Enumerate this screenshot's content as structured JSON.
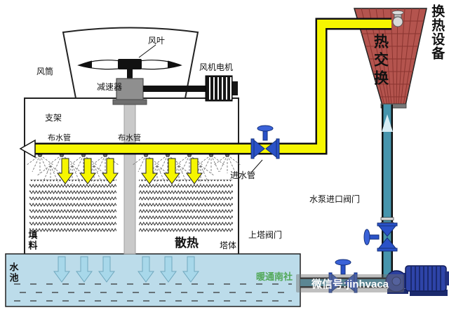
{
  "labels": {
    "fan_blade": "风叶",
    "air_duct": "风筒",
    "fan_motor": "风机电机",
    "reducer": "减速器",
    "support": "支架",
    "dist_pipe_left": "布水管",
    "dist_pipe_right": "布水管",
    "inlet_pipe": "进水管",
    "fill_pack": "填料",
    "heat_dissipation": "散热",
    "tower_body": "塔体",
    "tower_valve": "上塔阀门",
    "pump_inlet_valve": "水泵进口阀门",
    "water_pool": "水池",
    "heat_exchange": "热交换",
    "heat_exchange_equipment": "换热设备"
  },
  "watermarks": {
    "brand": "暖通南社",
    "wechat": "微信号:jinhvaca"
  },
  "colors": {
    "hot_pipe_yellow": "#f6f600",
    "cold_pipe_teal": "#4795ad",
    "exchanger_red": "#b4544e",
    "pool_blue": "#bcdcea",
    "valve_blue": "#2a52c8",
    "pump_blue": "#2b3f9e",
    "shaft_gray": "#c9c9c9",
    "watermark_green": "#3fa03f"
  }
}
